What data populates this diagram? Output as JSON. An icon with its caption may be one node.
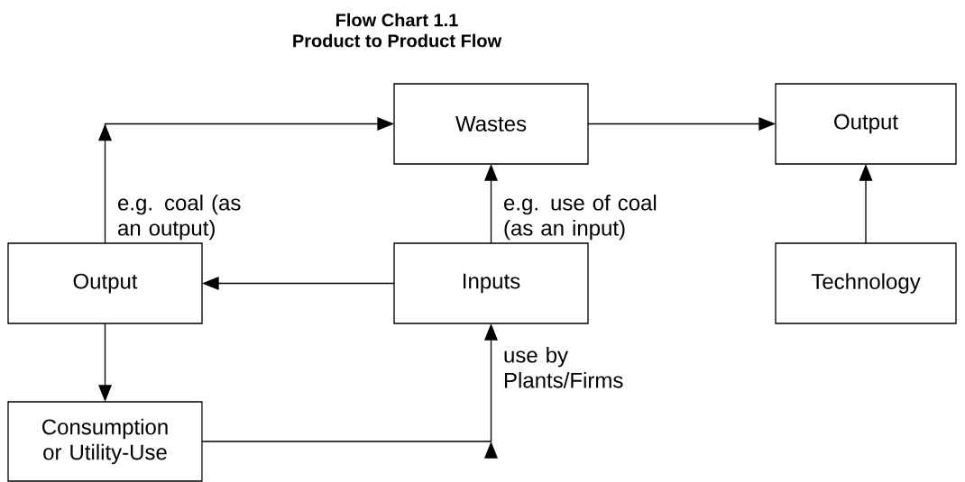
{
  "diagram": {
    "title": "Flow Chart 1.1",
    "nodes": [
      {
        "text": [
          "Wastes"
        ]
      },
      {
        "text": [
          "Output"
        ]
      },
      {
        "text": [
          "Output"
        ]
      },
      {
        "text": [
          "Inputs"
        ]
      },
      {
        "text": [
          "Technology"
        ]
      },
      {
        "text": [
          "Consumption or Utility-Use"
        ]
      }
    ],
    "edges": [
      {
        "from": 2,
        "to": 0,
        "arrow": "to",
        "label": "e.g. coal (as an output)"
      },
      {
        "from": 0,
        "to": 1,
        "arrow": "to"
      },
      {
        "from": 3,
        "to": 0,
        "arrow": "to",
        "label": "e.g. use of coal (as an input)"
      },
      {
        "from": 4,
        "to": 1,
        "arrow": "to"
      },
      {
        "from": 3,
        "to": 2,
        "arrow": "to"
      },
      {
        "from": 2,
        "to": 5,
        "arrow": "to"
      },
      {
        "from": 5,
        "to": 3,
        "arrow": "to",
        "label": "use by Plants/Firms"
      }
    ],
    "labels": [
      "Product to Product Flow"
    ]
  }
}
